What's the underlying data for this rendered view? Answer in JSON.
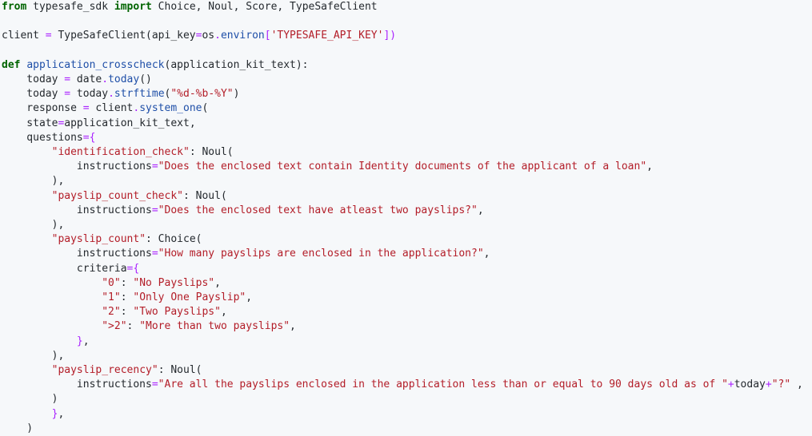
{
  "editor": {
    "lines": [
      [
        {
          "t": "from",
          "c": "kw"
        },
        {
          "t": " typesafe_sdk ",
          "c": "txt"
        },
        {
          "t": "import",
          "c": "kw"
        },
        {
          "t": " Choice, Noul, Score, TypeSafeClient",
          "c": "txt"
        }
      ],
      [],
      [
        {
          "t": "client ",
          "c": "txt"
        },
        {
          "t": "=",
          "c": "op"
        },
        {
          "t": " TypeSafeClient(api_key",
          "c": "txt"
        },
        {
          "t": "=",
          "c": "op"
        },
        {
          "t": "os",
          "c": "txt"
        },
        {
          "t": ".",
          "c": "op"
        },
        {
          "t": "environ",
          "c": "attr"
        },
        {
          "t": "[",
          "c": "br"
        },
        {
          "t": "'TYPESAFE_API_KEY'",
          "c": "str"
        },
        {
          "t": "])",
          "c": "br"
        }
      ],
      [],
      [
        {
          "t": "def",
          "c": "kw"
        },
        {
          "t": " ",
          "c": "txt"
        },
        {
          "t": "application_crosscheck",
          "c": "fn"
        },
        {
          "t": "(application_kit_text):",
          "c": "txt"
        }
      ],
      [
        {
          "t": "    today ",
          "c": "txt"
        },
        {
          "t": "=",
          "c": "op"
        },
        {
          "t": " date",
          "c": "txt"
        },
        {
          "t": ".",
          "c": "op"
        },
        {
          "t": "today",
          "c": "attr"
        },
        {
          "t": "()",
          "c": "txt"
        }
      ],
      [
        {
          "t": "    today ",
          "c": "txt"
        },
        {
          "t": "=",
          "c": "op"
        },
        {
          "t": " today",
          "c": "txt"
        },
        {
          "t": ".",
          "c": "op"
        },
        {
          "t": "strftime",
          "c": "attr"
        },
        {
          "t": "(",
          "c": "txt"
        },
        {
          "t": "\"%d-%b-%Y\"",
          "c": "str"
        },
        {
          "t": ")",
          "c": "txt"
        }
      ],
      [
        {
          "t": "    response ",
          "c": "txt"
        },
        {
          "t": "=",
          "c": "op"
        },
        {
          "t": " client",
          "c": "txt"
        },
        {
          "t": ".",
          "c": "op"
        },
        {
          "t": "system_one",
          "c": "attr"
        },
        {
          "t": "(",
          "c": "txt"
        }
      ],
      [
        {
          "t": "    state",
          "c": "txt"
        },
        {
          "t": "=",
          "c": "op"
        },
        {
          "t": "application_kit_text,",
          "c": "txt"
        }
      ],
      [
        {
          "t": "    questions",
          "c": "txt"
        },
        {
          "t": "=",
          "c": "op"
        },
        {
          "t": "{",
          "c": "br"
        }
      ],
      [
        {
          "t": "        ",
          "c": "txt"
        },
        {
          "t": "\"identification_check\"",
          "c": "str"
        },
        {
          "t": ": Noul(",
          "c": "txt"
        }
      ],
      [
        {
          "t": "            instructions",
          "c": "txt"
        },
        {
          "t": "=",
          "c": "op"
        },
        {
          "t": "\"Does the enclosed text contain Identity documents of the applicant of a loan\"",
          "c": "str"
        },
        {
          "t": ",",
          "c": "txt"
        }
      ],
      [
        {
          "t": "        ),",
          "c": "txt"
        }
      ],
      [
        {
          "t": "        ",
          "c": "txt"
        },
        {
          "t": "\"payslip_count_check\"",
          "c": "str"
        },
        {
          "t": ": Noul(",
          "c": "txt"
        }
      ],
      [
        {
          "t": "            instructions",
          "c": "txt"
        },
        {
          "t": "=",
          "c": "op"
        },
        {
          "t": "\"Does the enclosed text have atleast two payslips?\"",
          "c": "str"
        },
        {
          "t": ",",
          "c": "txt"
        }
      ],
      [
        {
          "t": "        ),",
          "c": "txt"
        }
      ],
      [
        {
          "t": "        ",
          "c": "txt"
        },
        {
          "t": "\"payslip_count\"",
          "c": "str"
        },
        {
          "t": ": Choice(",
          "c": "txt"
        }
      ],
      [
        {
          "t": "            instructions",
          "c": "txt"
        },
        {
          "t": "=",
          "c": "op"
        },
        {
          "t": "\"How many payslips are enclosed in the application?\"",
          "c": "str"
        },
        {
          "t": ",",
          "c": "txt"
        }
      ],
      [
        {
          "t": "            criteria",
          "c": "txt"
        },
        {
          "t": "=",
          "c": "op"
        },
        {
          "t": "{",
          "c": "br"
        }
      ],
      [
        {
          "t": "                ",
          "c": "txt"
        },
        {
          "t": "\"0\"",
          "c": "str"
        },
        {
          "t": ": ",
          "c": "txt"
        },
        {
          "t": "\"No Payslips\"",
          "c": "str"
        },
        {
          "t": ",",
          "c": "txt"
        }
      ],
      [
        {
          "t": "                ",
          "c": "txt"
        },
        {
          "t": "\"1\"",
          "c": "str"
        },
        {
          "t": ": ",
          "c": "txt"
        },
        {
          "t": "\"Only One Payslip\"",
          "c": "str"
        },
        {
          "t": ",",
          "c": "txt"
        }
      ],
      [
        {
          "t": "                ",
          "c": "txt"
        },
        {
          "t": "\"2\"",
          "c": "str"
        },
        {
          "t": ": ",
          "c": "txt"
        },
        {
          "t": "\"Two Payslips\"",
          "c": "str"
        },
        {
          "t": ",",
          "c": "txt"
        }
      ],
      [
        {
          "t": "                ",
          "c": "txt"
        },
        {
          "t": "\">2\"",
          "c": "str"
        },
        {
          "t": ": ",
          "c": "txt"
        },
        {
          "t": "\"More than two payslips\"",
          "c": "str"
        },
        {
          "t": ",",
          "c": "txt"
        }
      ],
      [
        {
          "t": "            ",
          "c": "txt"
        },
        {
          "t": "}",
          "c": "br"
        },
        {
          "t": ",",
          "c": "txt"
        }
      ],
      [
        {
          "t": "        ),",
          "c": "txt"
        }
      ],
      [
        {
          "t": "        ",
          "c": "txt"
        },
        {
          "t": "\"payslip_recency\"",
          "c": "str"
        },
        {
          "t": ": Noul(",
          "c": "txt"
        }
      ],
      [
        {
          "t": "            instructions",
          "c": "txt"
        },
        {
          "t": "=",
          "c": "op"
        },
        {
          "t": "\"Are all the payslips enclosed in the application less than or equal to 90 days old as of \"",
          "c": "str"
        },
        {
          "t": "+",
          "c": "op"
        },
        {
          "t": "today",
          "c": "txt"
        },
        {
          "t": "+",
          "c": "op"
        },
        {
          "t": "\"?\"",
          "c": "str"
        },
        {
          "t": " ,",
          "c": "txt"
        }
      ],
      [
        {
          "t": "        )",
          "c": "txt"
        }
      ],
      [
        {
          "t": "        ",
          "c": "txt"
        },
        {
          "t": "}",
          "c": "br"
        },
        {
          "t": ",",
          "c": "txt"
        }
      ],
      [
        {
          "t": "    )",
          "c": "txt"
        }
      ]
    ]
  }
}
